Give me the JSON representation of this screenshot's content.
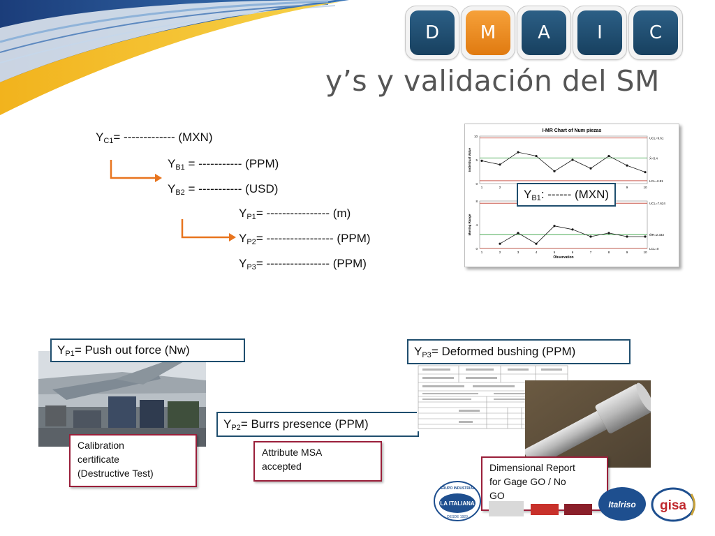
{
  "dmaic": {
    "phases": [
      {
        "label": "D",
        "active": false
      },
      {
        "label": "M",
        "active": true
      },
      {
        "label": "A",
        "active": false
      },
      {
        "label": "I",
        "active": false
      },
      {
        "label": "C",
        "active": false
      }
    ]
  },
  "title": "y’s y validación del SM",
  "ys": {
    "c1": {
      "var": "Y",
      "sub": "C1",
      "rest": "= ------------- (MXN)"
    },
    "b1": {
      "var": "Y",
      "sub": "B1",
      "rest": " = ----------- (PPM)"
    },
    "b2": {
      "var": "Y",
      "sub": "B2",
      "rest": "  = ----------- (USD)"
    },
    "p1": {
      "var": "Y",
      "sub": "P1",
      "rest": "= ---------------- (m)"
    },
    "p2": {
      "var": "Y",
      "sub": "P2",
      "rest": "= ----------------- (PPM)"
    },
    "p3": {
      "var": "Y",
      "sub": "P3",
      "rest": "= ---------------- (PPM)"
    }
  },
  "chart_callout": {
    "var": "Y",
    "sub": "B1",
    "rest": ": ------ (MXN)"
  },
  "chart_data": {
    "type": "line",
    "title": "I-MR Chart of Num piezas",
    "xlabel": "Observation",
    "x": [
      1,
      2,
      3,
      4,
      5,
      6,
      7,
      8,
      9,
      10
    ],
    "individual": {
      "ylabel": "Individual Value",
      "ylim": [
        0,
        10
      ],
      "yticks": [
        "10",
        "5",
        "0"
      ],
      "values": [
        4.8,
        4.0,
        6.6,
        5.8,
        2.6,
        5.0,
        3.2,
        5.8,
        3.8,
        2.4
      ],
      "ucl": 9.6,
      "center": 5.4,
      "lcl": 0.6,
      "ucl_label": "UCL=9.61",
      "center_label": "X̄=5.4",
      "lcl_label": "LCL=2.81"
    },
    "moving_range": {
      "ylabel": "Moving Range",
      "ylim": [
        0,
        8
      ],
      "yticks": [
        "8",
        "4",
        "0"
      ],
      "values": [
        null,
        0.8,
        2.6,
        0.8,
        3.8,
        3.2,
        2.0,
        2.6,
        2.0,
        2.0
      ],
      "ucl": 7.624,
      "center": 2.333,
      "lcl": 0,
      "ucl_label": "UCL=7.624",
      "center_label": "M̄R=2.333",
      "lcl_label": "LCL=0"
    },
    "xticks": [
      "1",
      "2",
      "3",
      "4",
      "5",
      "6",
      "7",
      "8",
      "9",
      "10"
    ],
    "colors": {
      "series": "#1a1a1a",
      "limit": "#c0392b",
      "center": "#2e9e3a"
    }
  },
  "callouts": {
    "p1": {
      "var": "Y",
      "sub": "P1",
      "rest": "=  Push out force (Nw)"
    },
    "p2": {
      "var": "Y",
      "sub": "P2",
      "rest": "= Burrs presence (PPM)"
    },
    "p3": {
      "var": "Y",
      "sub": "P3",
      "rest": "= Deformed bushing (PPM)"
    }
  },
  "notes": {
    "calibration": [
      " Calibration",
      "certificate",
      "(Destructive Test)"
    ],
    "attribute": [
      "Attribute MSA",
      "accepted"
    ],
    "dimensional": [
      "Dimensional Report",
      "for Gage GO / No",
      "GO"
    ]
  },
  "logos": {
    "la_italiana": {
      "top": "GRUPO INDUSTRIAL",
      "main": "LA ITALIANA",
      "bottom": "DESDE 1920"
    },
    "italriso": "Italriso",
    "gisa": "gisa"
  },
  "colors": {
    "dmaic_blue": "#1f4e79",
    "dmaic_orange": "#f08a1c",
    "callout_border": "#1f4e6e",
    "note_border": "#9a1f3a",
    "arrow": "#e8741e"
  }
}
